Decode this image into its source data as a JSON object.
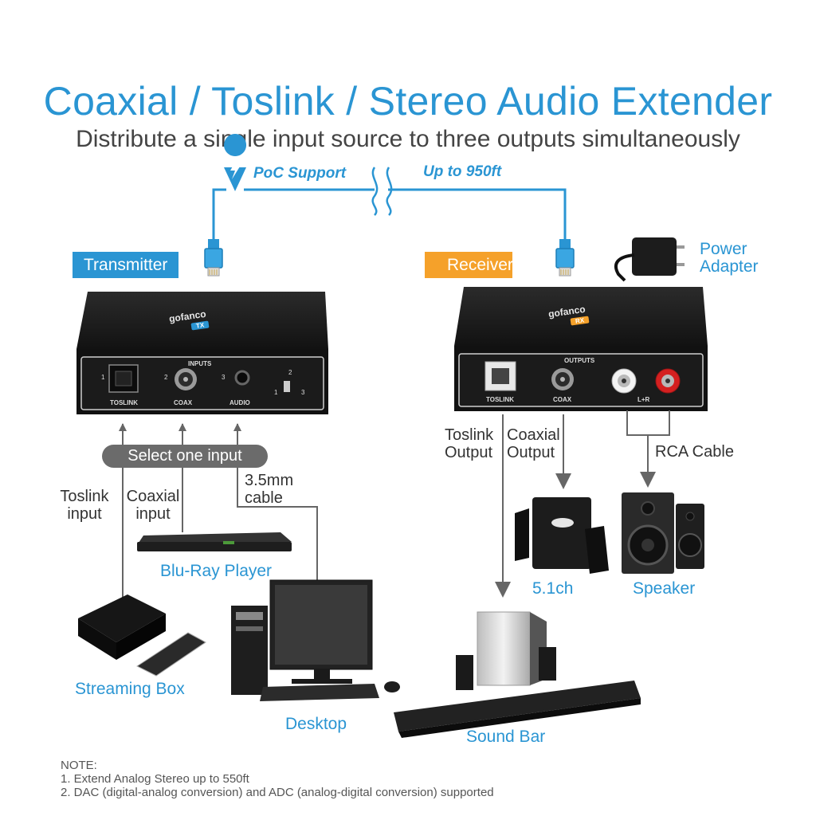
{
  "header": {
    "title": "Coaxial / Toslink / Stereo Audio Extender",
    "subtitle": "Distribute a single input source to three outputs simultaneously"
  },
  "link": {
    "poc_label": "PoC Support",
    "distance_label": "Up to 950ft"
  },
  "transmitter": {
    "tag": "Transmitter",
    "brand": "gofanco",
    "badge": "TX",
    "panel_title": "INPUTS",
    "ports": [
      {
        "num": "1",
        "label": "TOSLINK"
      },
      {
        "num": "2",
        "label": "COAX"
      },
      {
        "num": "3",
        "label": "AUDIO"
      }
    ],
    "switch": {
      "top": "2",
      "left": "1",
      "right": "3"
    },
    "select_label": "Select one input",
    "inputs": {
      "toslink": [
        "Toslink",
        "input"
      ],
      "coaxial": [
        "Coaxial",
        "input"
      ],
      "cable": [
        "3.5mm",
        "cable"
      ]
    }
  },
  "receiver": {
    "tag": "Receiver",
    "brand": "gofanco",
    "badge": "RX",
    "panel_title": "OUTPUTS",
    "ports": [
      {
        "label": "TOSLINK"
      },
      {
        "label": "COAX"
      },
      {
        "label": "L+R"
      }
    ],
    "power": [
      "Power",
      "Adapter"
    ],
    "outputs": {
      "toslink": [
        "Toslink",
        "Output"
      ],
      "coaxial": [
        "Coaxial",
        "Output"
      ],
      "rca": "RCA Cable"
    }
  },
  "devices": {
    "bluray": "Blu-Ray Player",
    "streaming": "Streaming Box",
    "desktop": "Desktop",
    "soundbar": "Sound Bar",
    "surround": "5.1ch",
    "speaker": "Speaker"
  },
  "notes": [
    "NOTE:",
    "1. Extend Analog Stereo up to 550ft",
    "2. DAC (digital-analog conversion) and ADC (analog-digital conversion) supported"
  ],
  "colors": {
    "accent_blue": "#2a95d3",
    "receiver_orange": "#f5a12a",
    "line_gray": "#666666"
  }
}
